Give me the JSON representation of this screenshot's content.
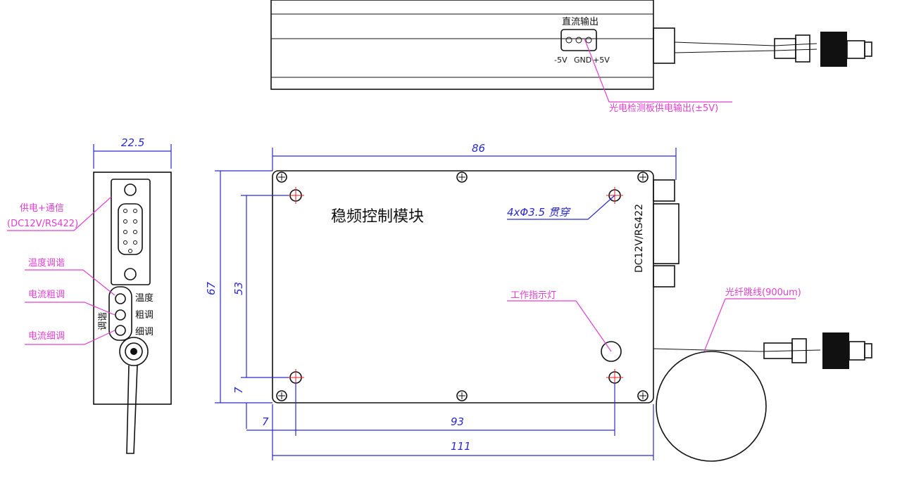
{
  "top_view": {
    "dc_output_label": "直流输出",
    "pin_labels": [
      "-5V",
      "GND",
      "+5V"
    ],
    "power_output_callout": "光电检测板供电输出(±5V)"
  },
  "side_view": {
    "width_dim": "22.5",
    "power_comm_label": "供电+通信",
    "power_comm_spec": "(DC12V/RS422)",
    "temp_tuning": "温度调谐",
    "current_coarse": "电流粗调",
    "current_fine": "电流细调",
    "vertical_tuning_label": "调谐",
    "knob_labels": [
      "温度",
      "粗调",
      "细调"
    ]
  },
  "front_view": {
    "module_title": "稳频控制模块",
    "top_dim": "86",
    "height_dim": "67",
    "inner_height_dim": "53",
    "bottom_offset_dim": "7",
    "left_offset_dim": "7",
    "hole_spacing_dim": "93",
    "length_dim": "111",
    "holes_callout": "4xΦ3.5 贯穿",
    "connector_label": "DC12V/RS422",
    "indicator_label": "工作指示灯",
    "fiber_label": "光纤跳线(900um)"
  },
  "colors": {
    "annotation": "#e040d0",
    "dimension": "#2a2ad0",
    "centerline": "#e02020",
    "outline": "#111111"
  }
}
